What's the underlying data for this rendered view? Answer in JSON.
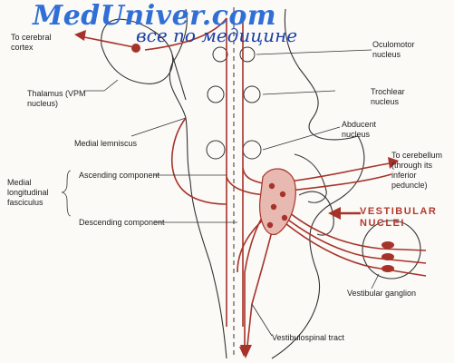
{
  "watermark": {
    "site": "MedUniver.com",
    "tagline": "все по медицине"
  },
  "labels": {
    "cerebral_cortex": "To cerebral cortex",
    "oculomotor": "Oculomotor nucleus",
    "thalamus": "Thalamus (VPM nucleus)",
    "trochlear": "Trochlear nucleus",
    "medial_lemniscus": "Medial lemniscus",
    "abducent": "Abducent nucleus",
    "cerebellum": "To cerebellum (through its inferior peduncle)",
    "mlf": "Medial longitudinal fasciculus",
    "ascending": "Ascending component",
    "descending": "Descending component",
    "vestibular_nuclei": "VESTIBULAR NUCLEI",
    "vestibular_ganglion": "Vestibular ganglion",
    "vestibulospinal": "Vestibulospinal tract"
  },
  "colors": {
    "pathway": "#a6332a",
    "outline": "#333333",
    "watermark": "#2f6fd6"
  }
}
